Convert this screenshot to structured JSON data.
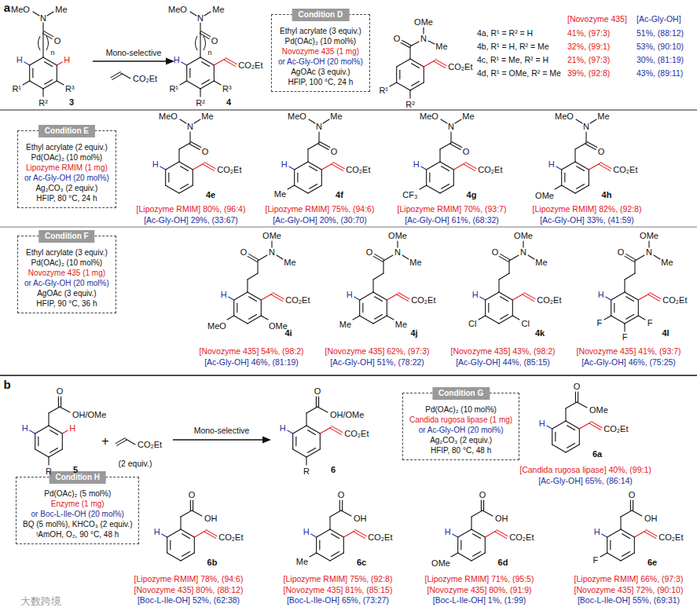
{
  "diagram": {
    "nodes": [
      {
        "text": [
          "Ethyl acrylate (3 equiv.)",
          "Pd(OAc)₂ (10 mol%)",
          "Novozyme 435 (1 mg)",
          "or Ac-Gly-OH (20 mol%)",
          "AgOAc (3 equiv.)",
          "HFIP, 100 °C, 24 h"
        ]
      },
      {
        "text": [
          "Condition D"
        ],
        "in": 0
      },
      {
        "text": [
          "Ethyl acrylate (2 equiv.)",
          "Pd(OAc)₂ (10 mol%)",
          "Lipozyme RMIM (1 mg)",
          "or Ac-Gly-OH (20 mol%)",
          "Ag₂CO₃ (2 equiv.)",
          "HFIP, 80 °C, 24 h"
        ]
      },
      {
        "text": [
          "Condition E"
        ],
        "in": 2
      },
      {
        "text": [
          "Ethyl acrylate (3 equiv.)",
          "Pd(OAc)₂ (10 mol%)",
          "Novozyme 435 (1 mg)",
          "or Ac-Gly-OH (20 mol%)",
          "AgOAc (3 equiv.)",
          "HFIP, 90 °C, 36 h"
        ]
      },
      {
        "text": [
          "Condition F"
        ],
        "in": 4
      },
      {
        "text": [
          "Pd(OAc)₂ (10 mol%)",
          "Candida rugosa lipase (1 mg)",
          "or Ac-Gly-OH (20 mol%)",
          "Ag₂CO₃ (2 equiv.)",
          "HFIP, 80 °C, 48 h"
        ]
      },
      {
        "text": [
          "Condition G"
        ],
        "in": 6
      },
      {
        "text": [
          "Pd(OAc)₂ (5 mol%)",
          "Enzyme (1 mg)",
          "or Boc-L-Ile-OH (20 mol%)",
          "BQ (5 mol%), KHCO₃ (2 equiv.)",
          "ᵗAmOH, O₂, 90 °C, 48 h"
        ]
      },
      {
        "text": [
          "Condition H"
        ],
        "in": 8
      }
    ],
    "labels": [
      "a",
      "MeO",
      "N",
      "Me",
      "O",
      "n",
      "H",
      "H",
      "R¹",
      "R²",
      "R³",
      "3",
      "Mono-selective",
      "CO₂Et",
      "MeO",
      "N",
      "Me",
      "O",
      "n",
      "H",
      "CO₂Et",
      "R¹",
      "R²",
      "R³",
      "4",
      "OMe",
      "N",
      "Me",
      "O",
      "CO₂Et",
      "R¹",
      "R²",
      "[Novozyme 435]",
      "[Ac-Gly-OH]",
      "4a, R¹ = R² = H",
      "41%, (97:3)",
      "51%, (88:12)",
      "4b, R¹ = H, R² = Me",
      "32%, (99:1)",
      "53%, (90:10)",
      "4c, R¹ = Me, R² = H",
      "21%, (97:3)",
      "30%, (81:19)",
      "4d, R¹ = OMe, R² = Me",
      "39%, (92:8)",
      "43%, (89:11)",
      "MeO",
      "N",
      "Me",
      "O",
      "H",
      "CO₂Et",
      "4e",
      "[Lipozyme RMIM] 80%, (96:4)",
      "[Ac-Gly-OH] 29%, (33:67)",
      "MeO",
      "N",
      "Me",
      "O",
      "H",
      "CO₂Et",
      "Me",
      "4f",
      "[Lipozyme RMIM] 75%, (94:6)",
      "[Ac-Gly-OH] 20%, (30:70)",
      "MeO",
      "N",
      "Me",
      "O",
      "H",
      "CO₂Et",
      "CF₃",
      "4g",
      "[Lipozyme RMIM] 70%, (93:7)",
      "[Ac-Gly-OH] 61%, (68:32)",
      "MeO",
      "N",
      "Me",
      "O",
      "H",
      "CO₂Et",
      "OMe",
      "4h",
      "[Lipozyme RMIM] 82%, (92:8)",
      "[Ac-Gly-OH] 33%, (41:59)",
      "OMe",
      "N",
      "Me",
      "O",
      "H",
      "CO₂Et",
      "MeO",
      "OMe",
      "4i",
      "[Novozyme 435] 54%, (98:2)",
      "[Ac-Gly-OH] 46%, (81:19)",
      "OMe",
      "N",
      "Me",
      "O",
      "H",
      "CO₂Et",
      "Me",
      "Me",
      "4j",
      "[Novozyme 435] 62%, (97:3)",
      "[Ac-Gly-OH] 51%, (78:22)",
      "OMe",
      "N",
      "Me",
      "O",
      "H",
      "CO₂Et",
      "Cl",
      "Cl",
      "4k",
      "[Novozyme 435] 43%, (98:2)",
      "[Ac-Gly-OH] 44%, (85:15)",
      "OMe",
      "N",
      "Me",
      "O",
      "H",
      "CO₂Et",
      "F",
      "F",
      "F",
      "4l",
      "[Novozyme 435] 41%, (93:7)",
      "[Ac-Gly-OH] 46%, (75:25)",
      "b",
      "O",
      "OH/OMe",
      "H",
      "H",
      "R",
      "5",
      "+",
      "CO₂Et",
      "(2 equiv.)",
      "Mono-selective",
      "O",
      "OH/OMe",
      "H",
      "CO₂Et",
      "R",
      "6",
      "O",
      "OMe",
      "H",
      "CO₂Et",
      "6a",
      "[Candida rugosa lipase] 40%, (99:1)",
      "[Ac-Gly-OH] 65%, (86:14)",
      "O",
      "OH",
      "H",
      "CO₂Et",
      "6b",
      "[Lipozyme RMIM] 78%, (94:6)",
      "[Novozyme 435] 80%, (88:12)",
      "[Boc-L-Ile-OH] 52%, (62:38)",
      "O",
      "OH",
      "H",
      "CO₂Et",
      "Me",
      "6c",
      "[Lipozyme RMIM] 75%, (92:8)",
      "[Novozyme 435] 81%, (85:15)",
      "[Boc-L-Ile-OH] 65%, (73:27)",
      "O",
      "OH",
      "H",
      "CO₂Et",
      "OMe",
      "6d",
      "[Lipozyme RMIM] 71%, (95:5)",
      "[Novozyme 435] 80%, (91:9)",
      "[Boc-L-Ile-OH] 1%, (1:99)",
      "O",
      "OH",
      "H",
      "CO₂Et",
      "F",
      "6e",
      "[Lipozyme RMIM] 66%, (97:3)",
      "[Novozyme 435] 72%, (90:10)",
      "[Boc-L-Ile-OH] 55%, (69:31)",
      "大数跨境"
    ]
  }
}
